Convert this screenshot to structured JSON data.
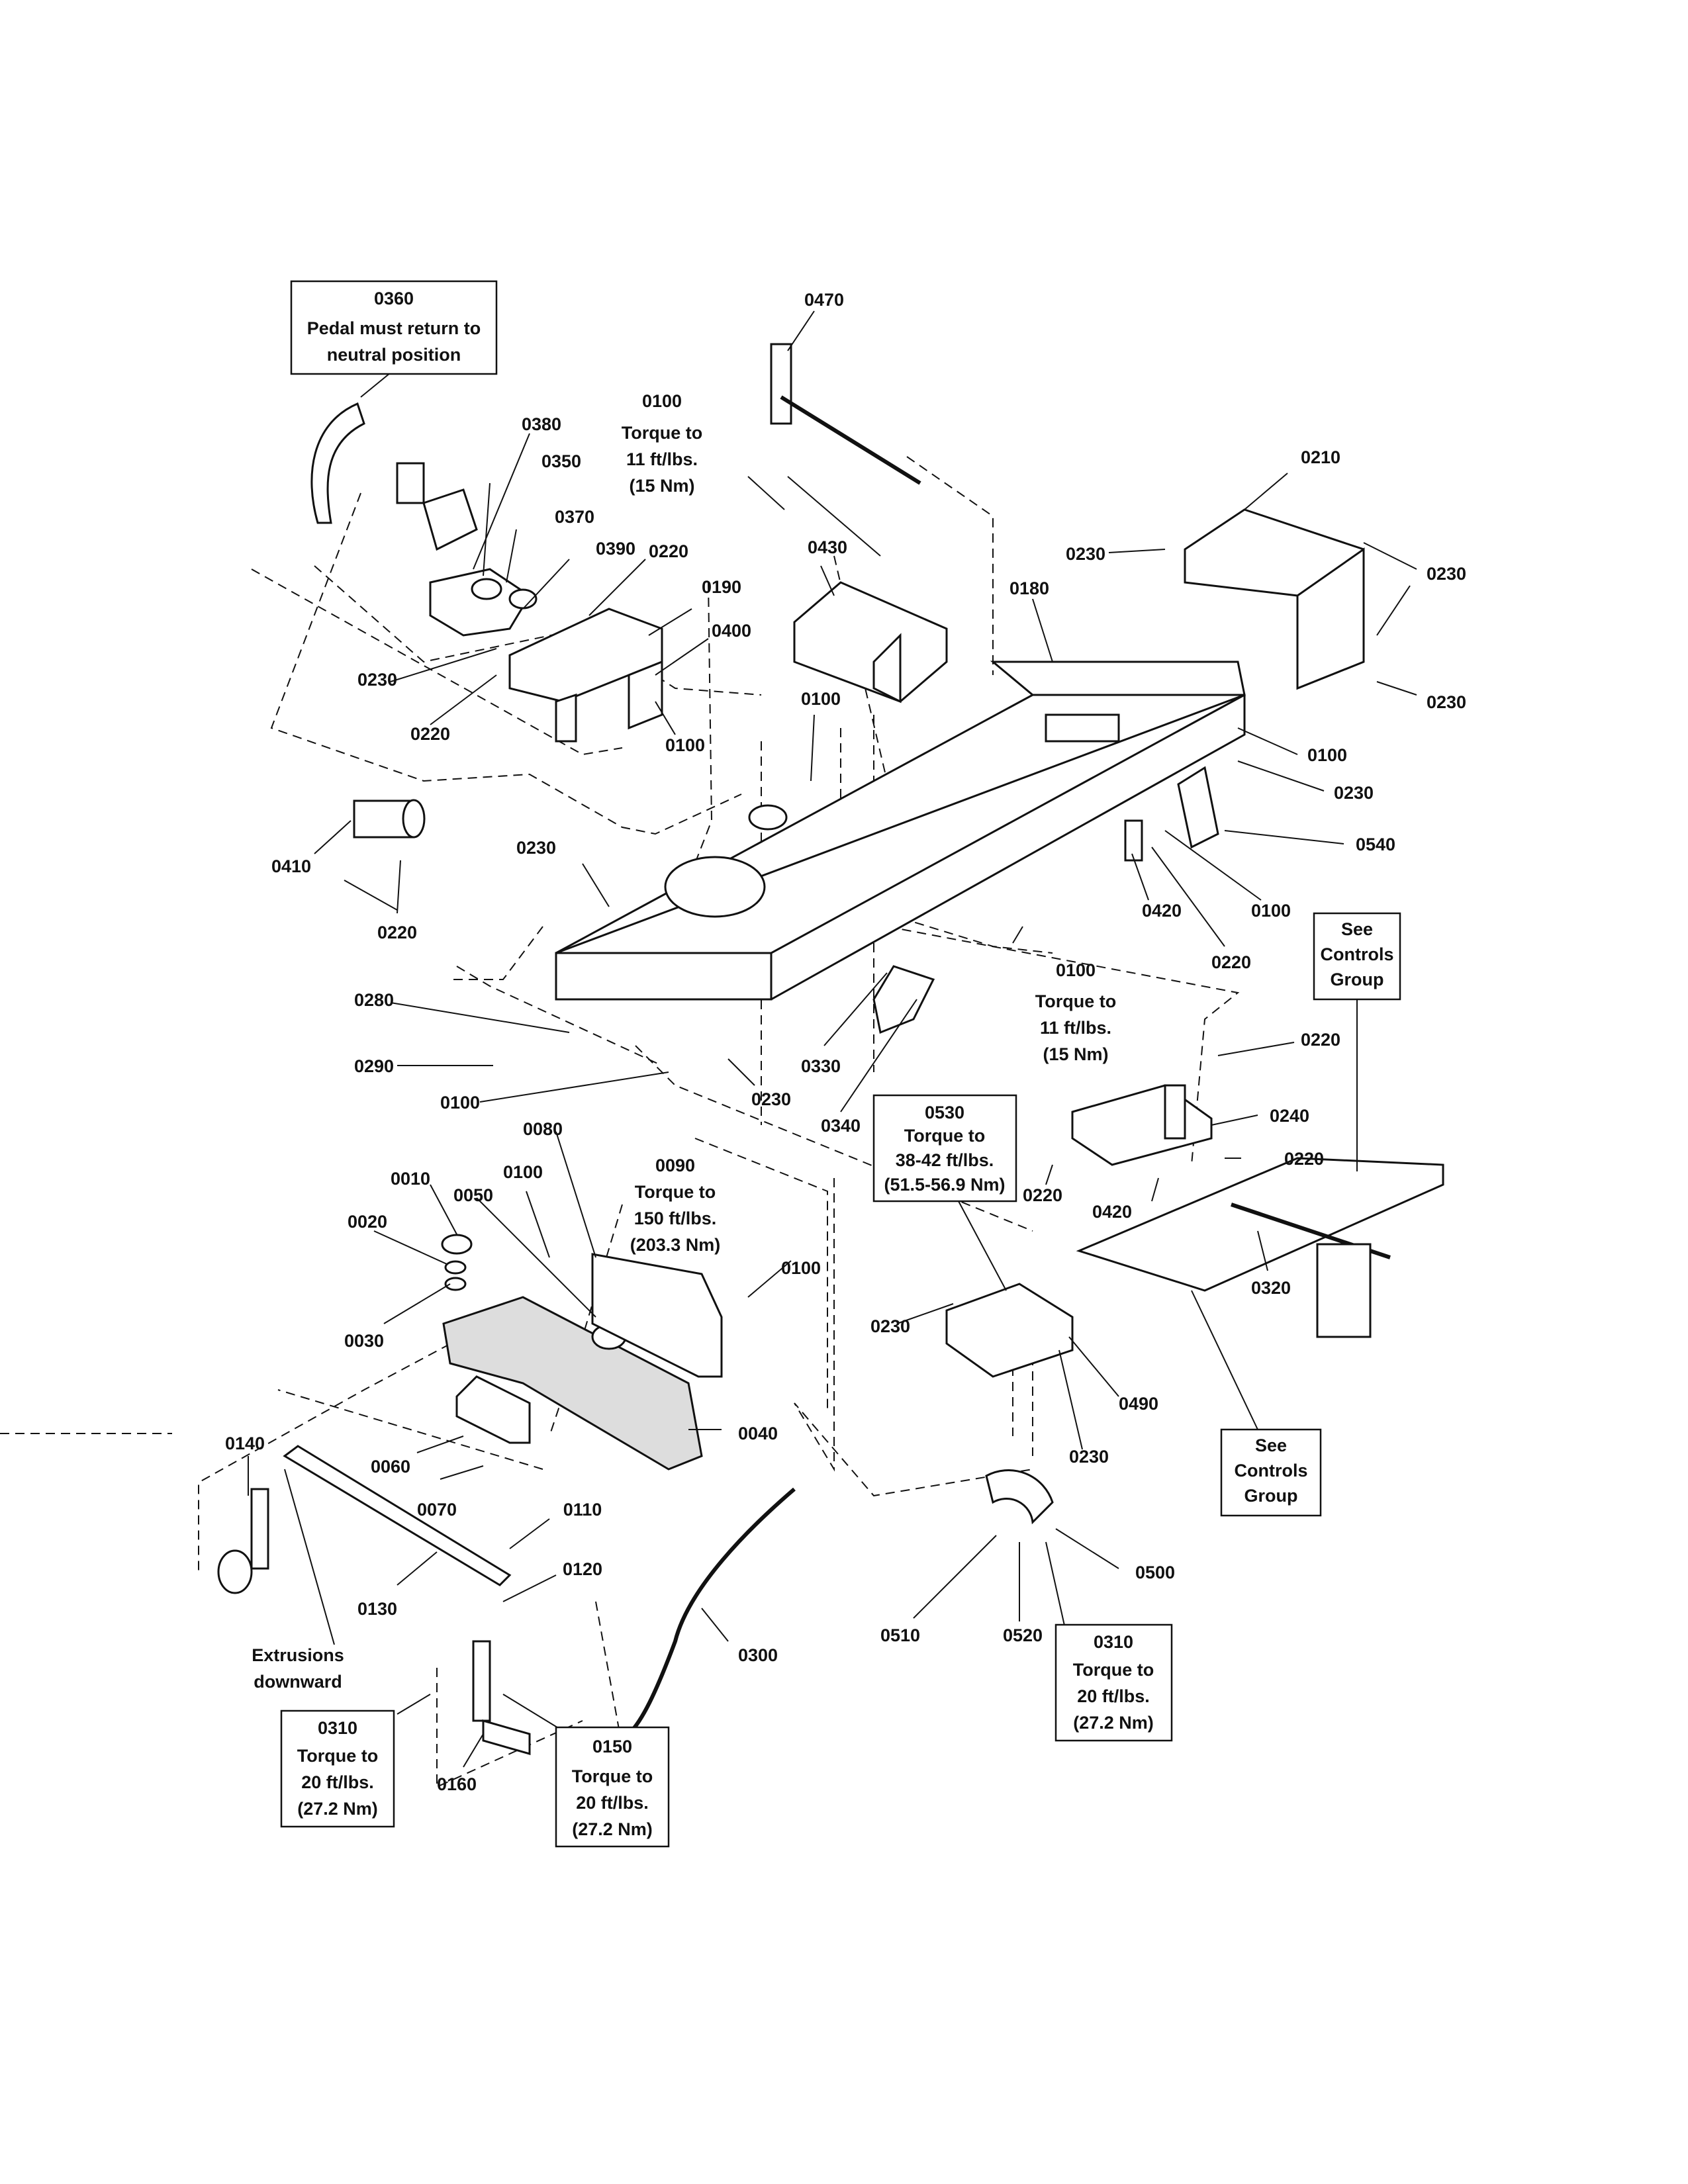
{
  "diagram": {
    "callouts": {
      "c0360": "0360",
      "c0470": "0470",
      "c0100_top": "0100",
      "c0380": "0380",
      "c0350": "0350",
      "c0370": "0370",
      "c0390": "0390",
      "c0220_a": "0220",
      "c0190": "0190",
      "c0400": "0400",
      "c0430": "0430",
      "c0180": "0180",
      "c0210": "0210",
      "c0230_a": "0230",
      "c0230_b": "0230",
      "c0230_c": "0230",
      "c0230_d": "0230",
      "c0220_b": "0220",
      "c0100_b": "0100",
      "c0100_c": "0100",
      "c0100_d": "0100",
      "c0230_e": "0230",
      "c0540": "0540",
      "c0410": "0410",
      "c0220_c": "0220",
      "c0230_f": "0230",
      "c0420_a": "0420",
      "c0100_e": "0100",
      "c0220_d": "0220",
      "c0100_mid": "0100",
      "c0280": "0280",
      "c0290": "0290",
      "c0100_f": "0100",
      "c0230_g": "0230",
      "c0330": "0330",
      "c0340": "0340",
      "c0220_e": "0220",
      "c0240": "0240",
      "c0220_f": "0220",
      "c0530": "0530",
      "c0420_b": "0420",
      "c0220_g": "0220",
      "c0320": "0320",
      "c0010": "0010",
      "c0050": "0050",
      "c0100_g": "0100",
      "c0080": "0080",
      "c0090": "0090",
      "c0020": "0020",
      "c0100_h": "0100",
      "c0030": "0030",
      "c0230_h": "0230",
      "c0490": "0490",
      "c0040": "0040",
      "c0060": "0060",
      "c0070": "0070",
      "c0230_i": "0230",
      "c0140": "0140",
      "c0110": "0110",
      "c0120": "0120",
      "c0130": "0130",
      "c0500": "0500",
      "c0300": "0300",
      "c0510": "0510",
      "c0520": "0520",
      "c0310_r": "0310",
      "c0310_l": "0310",
      "c0150": "0150",
      "c0160": "0160"
    },
    "notes": {
      "pedal_line1": "Pedal must return to",
      "pedal_line2": "neutral position",
      "torque_to": "Torque to",
      "t11_line": "11 ft/lbs.",
      "t11_nm": "(15 Nm)",
      "t150_line": "150 ft/lbs.",
      "t150_nm": "(203.3 Nm)",
      "t38_line": "38-42 ft/lbs.",
      "t38_nm": "(51.5-56.9 Nm)",
      "t20_line": "20 ft/lbs.",
      "t20_nm": "(27.2 Nm)",
      "see": "See",
      "controls": "Controls",
      "group": "Group",
      "extrusions": "Extrusions",
      "downward": "downward"
    }
  }
}
